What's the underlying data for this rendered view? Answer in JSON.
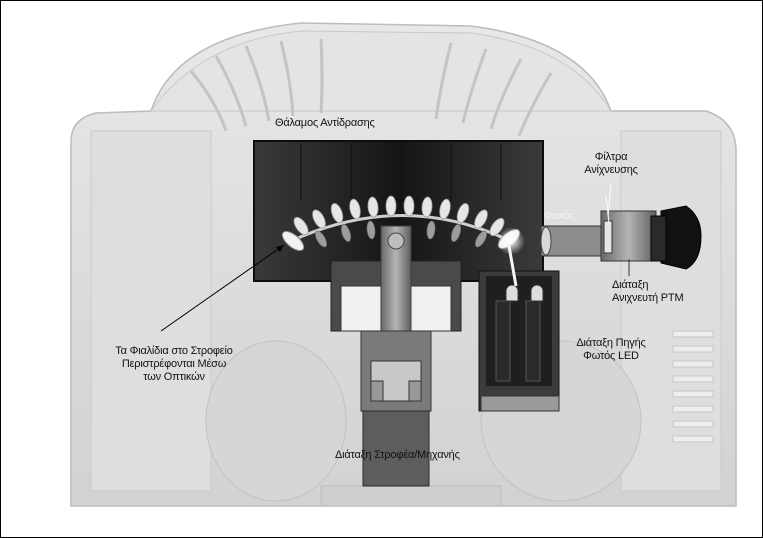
{
  "labels": {
    "reaction_chamber": "Θάλαμος Αντίδρασης",
    "detection_filters": [
      "Φίλτρα",
      "Ανίχνευσης"
    ],
    "lens": "Φακός",
    "ptm_detector": [
      "Διάταξη",
      "Ανιχνευτή PTM"
    ],
    "vials": [
      "Τα Φιαλίδια στο Στροφείο",
      "Περιστρέφονται Μέσω",
      "των Οπτικών"
    ],
    "led_source": [
      "Διάταξη Πηγής",
      "Φωτός LED"
    ],
    "rotor_motor": "Διάταξη Στροφέα/Μηχανής"
  },
  "colors": {
    "housing": "#d9d9d9",
    "chamber": "#2e2e2e",
    "chamber_dark": "#1b1b1b",
    "metal": "#8a8a8a",
    "border": "#000000"
  }
}
